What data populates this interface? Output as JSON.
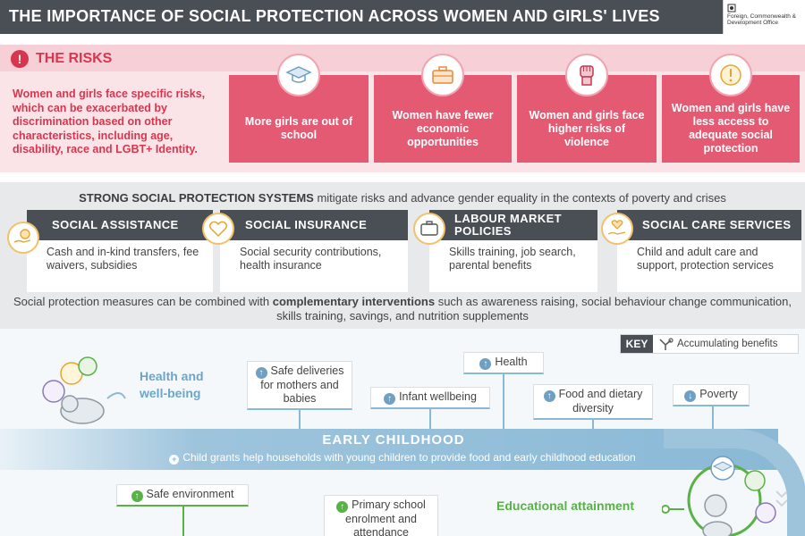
{
  "header": {
    "title": "THE IMPORTANCE OF SOCIAL PROTECTION ACROSS WOMEN AND GIRLS' LIVES",
    "logo_text": "Foreign, Commonwealth & Development Office"
  },
  "risks": {
    "badge": "!",
    "title": "THE RISKS",
    "description": "Women and girls face specific risks, which can be exacerbated by discrimination based on other characteristics, including age, disability, race and LGBT+ Identity.",
    "cards": [
      {
        "label": "More girls are out of school",
        "icon": "graduation-cap-icon"
      },
      {
        "label": "Women have fewer economic opportunities",
        "icon": "briefcase-icon"
      },
      {
        "label": "Women and girls face higher risks of violence",
        "icon": "raised-fist-icon"
      },
      {
        "label": "Women and girls have less access to adequate social protection",
        "icon": "warning-icon"
      }
    ]
  },
  "systems": {
    "intro_bold": "STRONG SOCIAL PROTECTION SYSTEMS",
    "intro_rest": " mitigate risks and advance gender equality in the contexts of poverty and crises",
    "cards": [
      {
        "title": "SOCIAL ASSISTANCE",
        "body": "Cash and in-kind transfers, fee waivers, subsidies",
        "icon": "coin-hand-icon"
      },
      {
        "title": "SOCIAL INSURANCE",
        "body": "Social security contributions, health insurance",
        "icon": "heart-icon"
      },
      {
        "title": "LABOUR MARKET POLICIES",
        "body": "Skills training, job search, parental benefits",
        "icon": "briefcase-icon"
      },
      {
        "title": "SOCIAL CARE SERVICES",
        "body": "Child and adult care and support, protection services",
        "icon": "heart-hand-icon"
      }
    ],
    "footer_pre": "Social protection measures can be combined with ",
    "footer_bold": "complementary interventions",
    "footer_post": " such as awareness raising, social behaviour change communication, skills training, savings, and nutrition supplements"
  },
  "lifecycle": {
    "key_label": "KEY",
    "key_text": "Accumulating benefits",
    "health_wellbeing": "Health and well-being",
    "labels": [
      {
        "text": "Safe deliveries for mothers and babies",
        "dir": "up"
      },
      {
        "text": "Health",
        "dir": "up"
      },
      {
        "text": "Infant wellbeing",
        "dir": "up"
      },
      {
        "text": "Food and dietary diversity",
        "dir": "up"
      },
      {
        "text": "Poverty",
        "dir": "down"
      },
      {
        "text": "Safe environment",
        "dir": "up"
      },
      {
        "text": "Primary school enrolment and attendance",
        "dir": "up"
      }
    ],
    "stage_title": "EARLY CHILDHOOD",
    "stage_subtitle": "Child grants help households with young children to provide food and early childhood education",
    "educational_attainment": "Educational attainment"
  }
}
